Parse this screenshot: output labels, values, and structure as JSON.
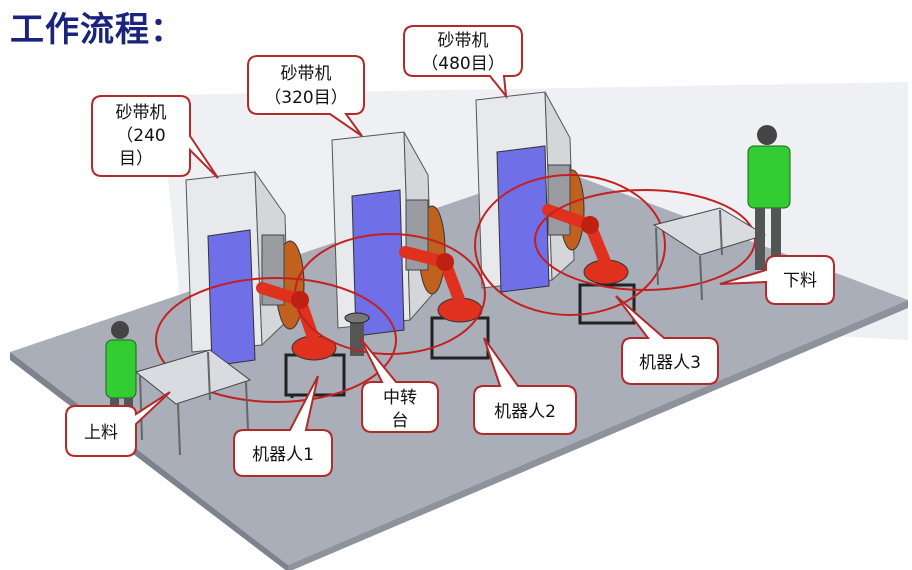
{
  "title": "工作流程：",
  "labels": {
    "sander1_name": "砂带机",
    "sander1_grit": "（240",
    "sander1_grit2": "目）",
    "sander2_name": "砂带机",
    "sander2_grit": "（320目）",
    "sander3_name": "砂带机",
    "sander3_grit": "（480目）",
    "load": "上料",
    "unload": "下料",
    "robot1": "机器人1",
    "robot2": "机器人2",
    "robot3": "机器人3",
    "turntable1": "中转",
    "turntable2": "台"
  },
  "colors": {
    "floor": "#a9aeb8",
    "cabinet": "#6f6fe8",
    "robot": "#e0301e",
    "worker": "#33cc33",
    "callout_border": "#b22a2a",
    "work_circle": "#c42020"
  }
}
